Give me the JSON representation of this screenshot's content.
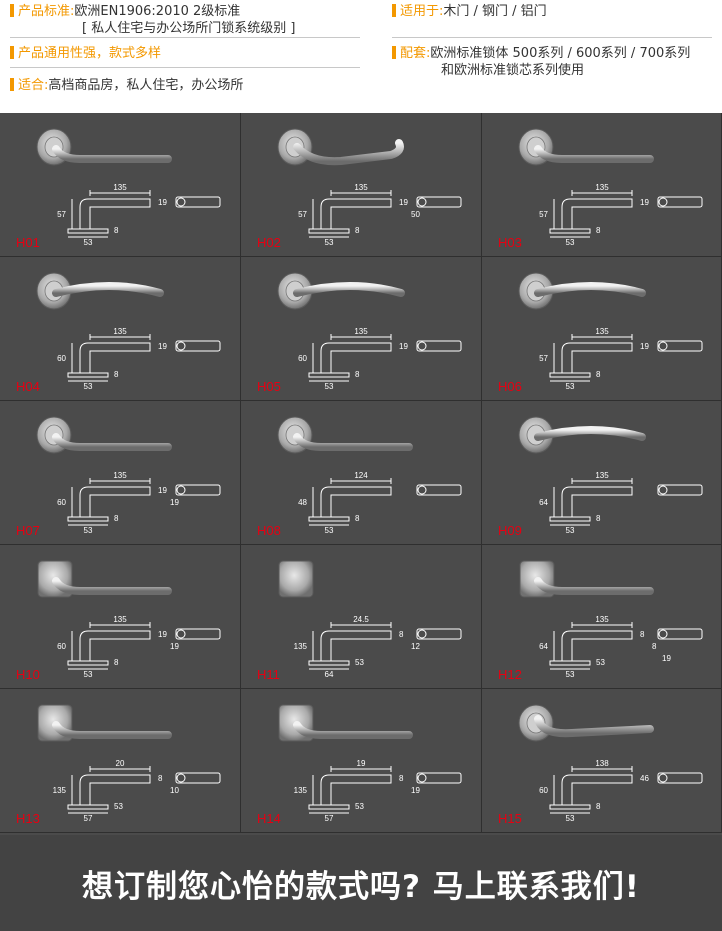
{
  "header": {
    "standard_label": "产品标准:",
    "standard_value": "欧洲EN1906:2010 2级标准",
    "standard_note": "[ 私人住宅与办公场所门锁系统级别 ]",
    "versatile": "产品通用性强，款式多样",
    "suitable_label": "适合:",
    "suitable_value": "高档商品房，私人住宅，办公场所",
    "applies_label": "适用于:",
    "applies_value": "木门 / 钢门 / 铝门",
    "match_label": "配套:",
    "match_line1": "欧洲标准锁体 500系列 / 600系列 / 700系列",
    "match_line2": "和欧洲标准锁芯系列使用"
  },
  "products": [
    {
      "code": "H01",
      "dims": [
        "135",
        "57",
        "53",
        "8",
        "19"
      ]
    },
    {
      "code": "H02",
      "dims": [
        "135",
        "57",
        "53",
        "8",
        "19",
        "50"
      ]
    },
    {
      "code": "H03",
      "dims": [
        "135",
        "57",
        "53",
        "8",
        "19"
      ]
    },
    {
      "code": "H04",
      "dims": [
        "135",
        "60",
        "53",
        "8",
        "19"
      ]
    },
    {
      "code": "H05",
      "dims": [
        "135",
        "60",
        "53",
        "8",
        "19"
      ]
    },
    {
      "code": "H06",
      "dims": [
        "135",
        "57",
        "53",
        "8",
        "19"
      ]
    },
    {
      "code": "H07",
      "dims": [
        "135",
        "60",
        "53",
        "8",
        "19",
        "19"
      ]
    },
    {
      "code": "H08",
      "dims": [
        "124",
        "48",
        "53",
        "8"
      ]
    },
    {
      "code": "H09",
      "dims": [
        "135",
        "64",
        "53",
        "8"
      ]
    },
    {
      "code": "H10",
      "dims": [
        "135",
        "60",
        "53",
        "8",
        "19",
        "19"
      ]
    },
    {
      "code": "H11",
      "dims": [
        "24.5",
        "135",
        "64",
        "53",
        "8",
        "12"
      ]
    },
    {
      "code": "H12",
      "dims": [
        "135",
        "64",
        "53",
        "53",
        "8",
        "8",
        "19"
      ]
    },
    {
      "code": "H13",
      "dims": [
        "20",
        "135",
        "57",
        "53",
        "8",
        "10"
      ]
    },
    {
      "code": "H14",
      "dims": [
        "19",
        "135",
        "57",
        "53",
        "8",
        "19"
      ]
    },
    {
      "code": "H15",
      "dims": [
        "138",
        "60",
        "53",
        "8",
        "46"
      ]
    }
  ],
  "colors": {
    "accent": "#f39800",
    "code": "#e60012",
    "grid_bg": "#4b4b4b",
    "line": "#ffffff"
  },
  "banner": {
    "text": "想订制您心怡的款式吗? 马上联系我们!"
  }
}
